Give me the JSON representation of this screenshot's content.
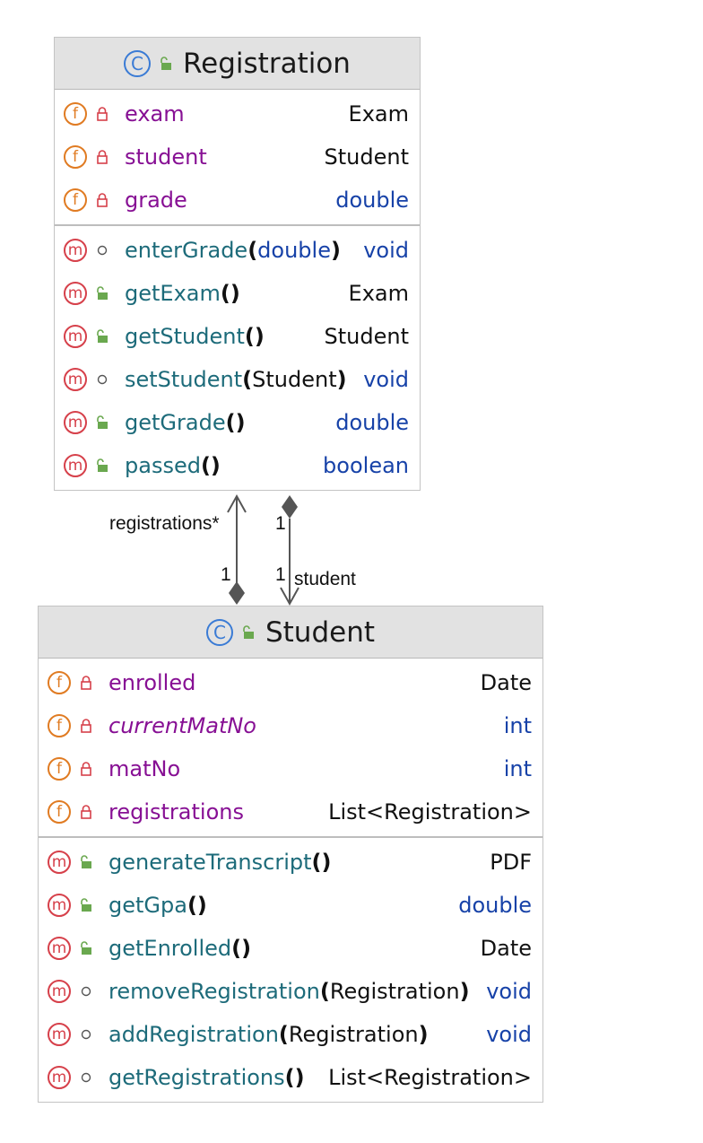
{
  "classes": {
    "registration": {
      "name": "Registration",
      "fields": [
        {
          "name": "exam",
          "type": "Exam",
          "type_primitive": false,
          "visibility": "private"
        },
        {
          "name": "student",
          "type": "Student",
          "type_primitive": false,
          "visibility": "private"
        },
        {
          "name": "grade",
          "type": "double",
          "type_primitive": true,
          "visibility": "private"
        }
      ],
      "methods": [
        {
          "name": "enterGrade",
          "param": "double",
          "param_primitive": true,
          "type": "void",
          "visibility": "package"
        },
        {
          "name": "getExam",
          "param": "",
          "param_primitive": false,
          "type": "Exam",
          "visibility": "public"
        },
        {
          "name": "getStudent",
          "param": "",
          "param_primitive": false,
          "type": "Student",
          "visibility": "public"
        },
        {
          "name": "setStudent",
          "param": "Student",
          "param_primitive": false,
          "type": "void",
          "visibility": "package"
        },
        {
          "name": "getGrade",
          "param": "",
          "param_primitive": false,
          "type": "double",
          "visibility": "public"
        },
        {
          "name": "passed",
          "param": "",
          "param_primitive": false,
          "type": "boolean",
          "visibility": "public"
        }
      ]
    },
    "student": {
      "name": "Student",
      "fields": [
        {
          "name": "enrolled",
          "type": "Date",
          "type_primitive": false,
          "visibility": "private",
          "static": false
        },
        {
          "name": "currentMatNo",
          "type": "int",
          "type_primitive": true,
          "visibility": "private",
          "static": true
        },
        {
          "name": "matNo",
          "type": "int",
          "type_primitive": true,
          "visibility": "private",
          "static": false
        },
        {
          "name": "registrations",
          "type": "List<Registration>",
          "type_primitive": false,
          "visibility": "private",
          "static": false
        }
      ],
      "methods": [
        {
          "name": "generateTranscript",
          "param": "",
          "param_primitive": false,
          "type": "PDF",
          "visibility": "public"
        },
        {
          "name": "getGpa",
          "param": "",
          "param_primitive": false,
          "type": "double",
          "visibility": "public"
        },
        {
          "name": "getEnrolled",
          "param": "",
          "param_primitive": false,
          "type": "Date",
          "visibility": "public"
        },
        {
          "name": "removeRegistration",
          "param": "Registration",
          "param_primitive": false,
          "type": "void",
          "visibility": "package"
        },
        {
          "name": "addRegistration",
          "param": "Registration",
          "param_primitive": false,
          "type": "void",
          "visibility": "package"
        },
        {
          "name": "getRegistrations",
          "param": "",
          "param_primitive": false,
          "type": "List<Registration>",
          "visibility": "package"
        }
      ]
    }
  },
  "paren_open": "(",
  "paren_close": ")",
  "icon_letters": {
    "field": "f",
    "method": "m",
    "class": "C"
  },
  "associations": [
    {
      "role": "registrations*",
      "source_multiplicity": "1"
    },
    {
      "role": "student",
      "source_multiplicity": "1",
      "target_multiplicity": "1"
    }
  ],
  "colors": {
    "header_bg": "#e2e2e2",
    "field_name": "#871094",
    "method_name": "#1d6b7a",
    "primitive_type": "#1742a8",
    "field_icon": "#e07b22",
    "method_icon": "#d6404a",
    "class_icon": "#3a7bd5",
    "public_lock": "#6aa84f",
    "private_lock": "#d6404a"
  }
}
